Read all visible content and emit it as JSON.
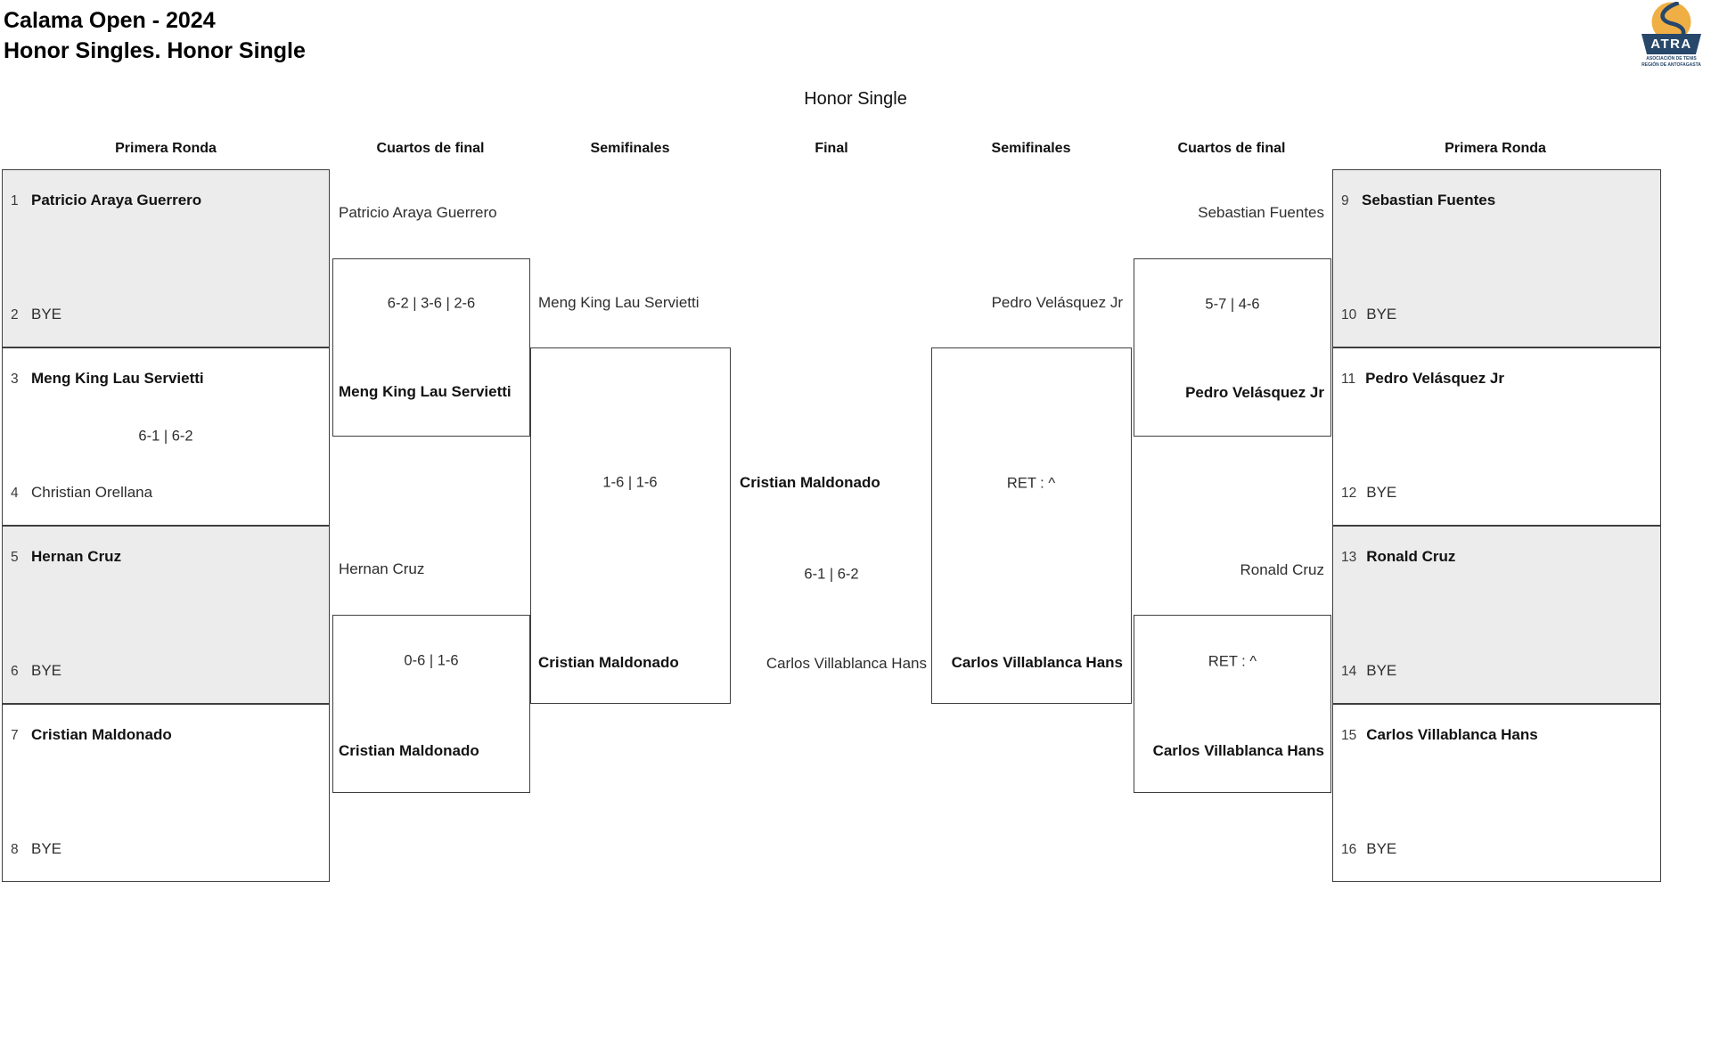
{
  "header": {
    "title_line1": "Calama Open - 2024",
    "title_line2": "Honor Singles. Honor Single",
    "bracket_title": "Honor Single"
  },
  "logo": {
    "acronym": "ATRA",
    "sub_line1": "ASOCIACIÓN DE TENIS",
    "sub_line2": "REGIÓN DE ANTOFAGASTA",
    "ball_color": "#F0AF45",
    "navy_color": "#27476B"
  },
  "round_headers": [
    "Primera Ronda",
    "Cuartos de final",
    "Semifinales",
    "Final",
    "Semifinales",
    "Cuartos de final",
    "Primera Ronda"
  ],
  "r1_left": [
    {
      "seed_top": "1",
      "player_top": "Patricio Araya Guerrero",
      "seed_bottom": "2",
      "player_bottom": "BYE"
    },
    {
      "seed_top": "3",
      "player_top": "Meng King Lau Servietti",
      "seed_bottom": "4",
      "player_bottom": "Christian Orellana",
      "score": "6-1 | 6-2"
    },
    {
      "seed_top": "5",
      "player_top": "Hernan Cruz",
      "seed_bottom": "6",
      "player_bottom": "BYE"
    },
    {
      "seed_top": "7",
      "player_top": "Cristian Maldonado",
      "seed_bottom": "8",
      "player_bottom": "BYE"
    }
  ],
  "r1_right": [
    {
      "seed_top": "9",
      "player_top": "Sebastian Fuentes",
      "seed_bottom": "10",
      "player_bottom": "BYE"
    },
    {
      "seed_top": "11",
      "player_top": "Pedro Velásquez Jr",
      "seed_bottom": "12",
      "player_bottom": "BYE"
    },
    {
      "seed_top": "13",
      "player_top": "Ronald Cruz",
      "seed_bottom": "14",
      "player_bottom": "BYE"
    },
    {
      "seed_top": "15",
      "player_top": "Carlos Villablanca Hans",
      "seed_bottom": "16",
      "player_bottom": "BYE"
    }
  ],
  "qf_left": [
    {
      "entrant_top": "Patricio Araya Guerrero",
      "score": "6-2 | 3-6 | 2-6",
      "winner": "Meng King Lau Servietti"
    },
    {
      "entrant_top": "Hernan Cruz",
      "score": "0-6 | 1-6",
      "winner": "Cristian Maldonado"
    }
  ],
  "qf_right": [
    {
      "entrant_top": "Sebastian Fuentes",
      "score": "5-7 | 4-6",
      "winner": "Pedro Velásquez Jr"
    },
    {
      "entrant_top": "Ronald Cruz",
      "score": "RET : ^",
      "winner": "Carlos Villablanca Hans"
    }
  ],
  "sf_left": {
    "entrant_top": "Meng King Lau Servietti",
    "score": "1-6 | 1-6",
    "winner": "Cristian Maldonado"
  },
  "sf_right": {
    "entrant_top": "Pedro Velásquez Jr",
    "score": "RET : ^",
    "winner": "Carlos Villablanca Hans"
  },
  "final": {
    "finalist_left": "Cristian Maldonado",
    "score": "6-1 | 6-2",
    "finalist_right": "Carlos Villablanca Hans"
  }
}
